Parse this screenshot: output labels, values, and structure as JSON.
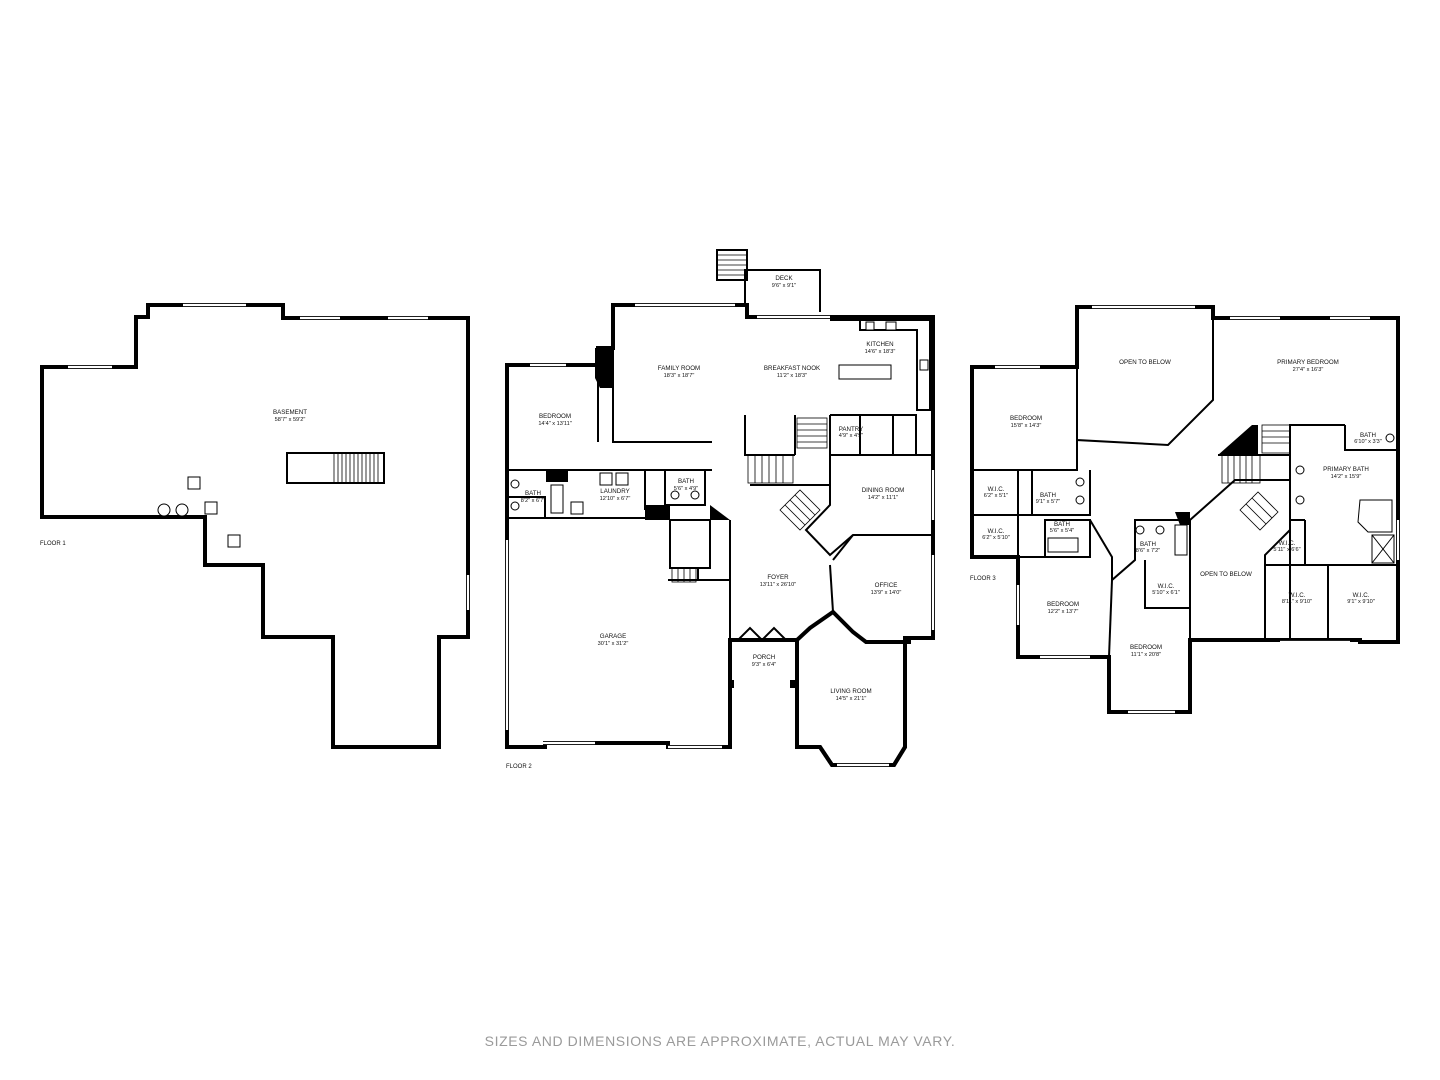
{
  "floors": [
    {
      "label": "FLOOR 1"
    },
    {
      "label": "FLOOR 2"
    },
    {
      "label": "FLOOR 3"
    }
  ],
  "rooms": {
    "basement": {
      "name": "BASEMENT",
      "dims": "58'7\" x 59'2\""
    },
    "deck": {
      "name": "DECK",
      "dims": "9'6\" x 9'1\""
    },
    "family_room": {
      "name": "FAMILY ROOM",
      "dims": "18'3\" x 18'7\""
    },
    "breakfast_nook": {
      "name": "BREAKFAST NOOK",
      "dims": "11'2\" x 18'3\""
    },
    "kitchen": {
      "name": "KITCHEN",
      "dims": "14'6\" x 18'3\""
    },
    "bedroom_f2": {
      "name": "BEDROOM",
      "dims": "14'4\" x 13'11\""
    },
    "pantry": {
      "name": "PANTRY",
      "dims": "4'9\" x 4'9\""
    },
    "bath_f2_a": {
      "name": "BATH",
      "dims": "8'2\" x 6'7\""
    },
    "laundry": {
      "name": "LAUNDRY",
      "dims": "12'10\" x 6'7\""
    },
    "bath_f2_b": {
      "name": "BATH",
      "dims": "5'6\" x 4'9\""
    },
    "dining_room": {
      "name": "DINING ROOM",
      "dims": "14'2\" x 11'1\""
    },
    "foyer": {
      "name": "FOYER",
      "dims": "13'11\" x 26'10\""
    },
    "office": {
      "name": "OFFICE",
      "dims": "13'9\" x 14'0\""
    },
    "garage": {
      "name": "GARAGE",
      "dims": "30'1\" x 31'2\""
    },
    "porch": {
      "name": "PORCH",
      "dims": "9'3\" x 6'4\""
    },
    "living_room": {
      "name": "LIVING ROOM",
      "dims": "14'5\" x 21'1\""
    },
    "open_below_a": {
      "name": "OPEN TO BELOW"
    },
    "primary_bedroom": {
      "name": "PRIMARY BEDROOM",
      "dims": "27'4\" x 16'3\""
    },
    "bedroom_f3_a": {
      "name": "BEDROOM",
      "dims": "15'8\" x 14'3\""
    },
    "bath_f3_primary_small": {
      "name": "BATH",
      "dims": "6'10\" x 3'3\""
    },
    "primary_bath": {
      "name": "PRIMARY BATH",
      "dims": "14'2\" x 15'9\""
    },
    "wic_f3_a": {
      "name": "W.I.C.",
      "dims": "6'2\" x 5'1\""
    },
    "bath_f3_a": {
      "name": "BATH",
      "dims": "9'1\" x 5'7\""
    },
    "bath_f3_b": {
      "name": "BATH",
      "dims": "5'6\" x 5'4\""
    },
    "wic_f3_b": {
      "name": "W.I.C.",
      "dims": "6'2\" x 5'10\""
    },
    "bath_f3_c": {
      "name": "BATH",
      "dims": "8'6\" x 7'2\""
    },
    "wic_f3_c": {
      "name": "W.I.C.",
      "dims": "5'11\" x 6'6\""
    },
    "open_below_b": {
      "name": "OPEN TO BELOW"
    },
    "bedroom_f3_b": {
      "name": "BEDROOM",
      "dims": "12'2\" x 13'7\""
    },
    "wic_f3_d": {
      "name": "W.I.C.",
      "dims": "5'10\" x 6'1\""
    },
    "wic_f3_e": {
      "name": "W.I.C.",
      "dims": "8'11\" x 9'10\""
    },
    "wic_f3_f": {
      "name": "W.I.C.",
      "dims": "9'1\" x 9'10\""
    },
    "bedroom_f3_c": {
      "name": "BEDROOM",
      "dims": "11'1\" x 20'8\""
    }
  },
  "disclaimer": "SIZES AND DIMENSIONS ARE APPROXIMATE, ACTUAL MAY VARY."
}
